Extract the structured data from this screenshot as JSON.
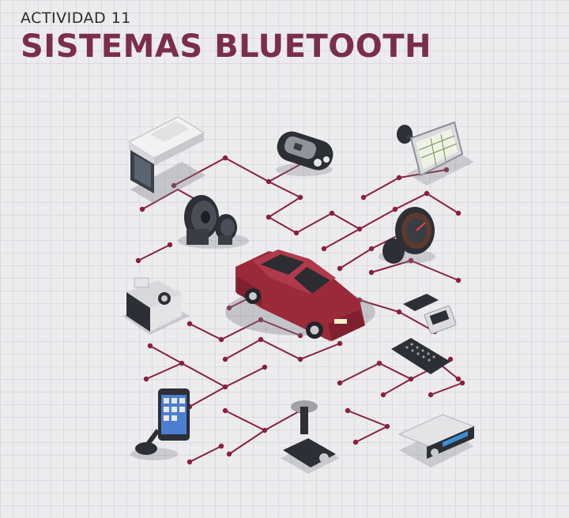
{
  "header": {
    "activity": "ACTIVIDAD 11",
    "title": "SISTEMAS BLUETOOTH"
  },
  "colors": {
    "accent": "#7b2d4d",
    "wire": "#8a1f3c",
    "car": "#9a2a3a",
    "background": "#ececee"
  },
  "devices": [
    {
      "name": "monitor",
      "icon": "flip-down-monitor-icon"
    },
    {
      "name": "key-fob",
      "icon": "car-key-fob-icon"
    },
    {
      "name": "gps-navigator",
      "icon": "gps-navigator-icon"
    },
    {
      "name": "speakers",
      "icon": "speakers-icon"
    },
    {
      "name": "speedometer",
      "icon": "speedometer-icon"
    },
    {
      "name": "amplifier",
      "icon": "amplifier-icon"
    },
    {
      "name": "fm-transmitter",
      "icon": "fm-transmitter-icon"
    },
    {
      "name": "remote-control",
      "icon": "remote-control-icon"
    },
    {
      "name": "phone-holder",
      "icon": "smartphone-holder-icon"
    },
    {
      "name": "dash-camera",
      "icon": "dash-camera-icon"
    },
    {
      "name": "car-radio",
      "icon": "car-radio-icon"
    }
  ]
}
